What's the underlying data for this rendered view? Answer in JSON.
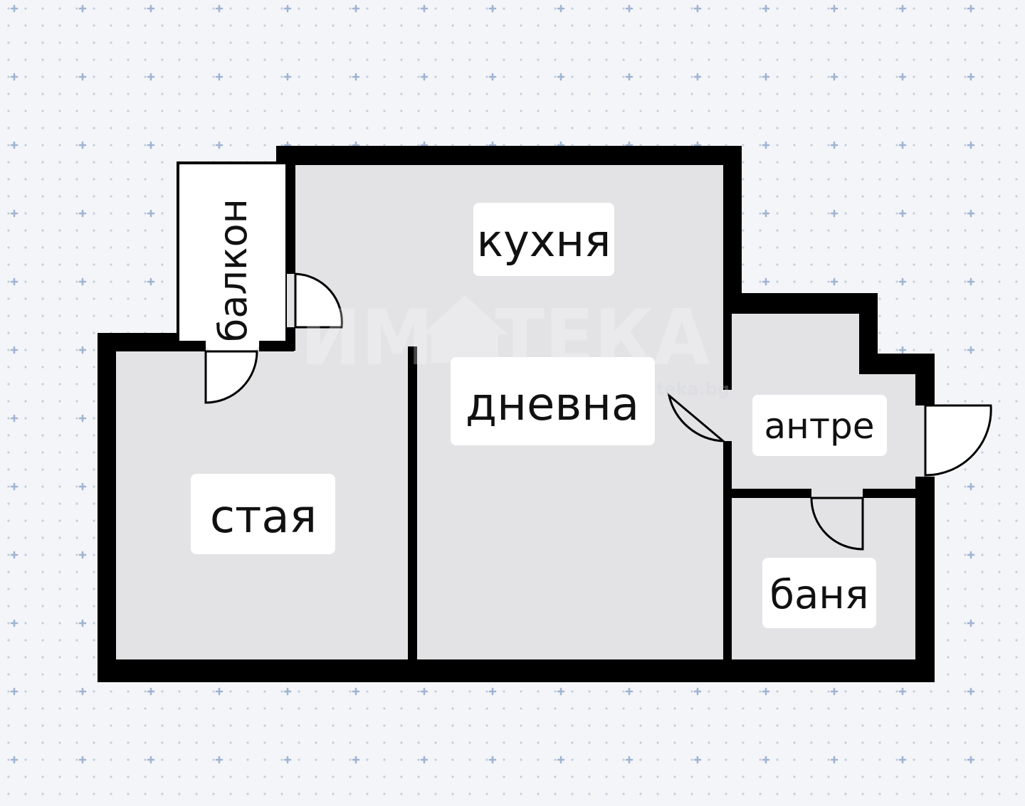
{
  "floorplan": {
    "background_color": "#f4f5f8",
    "dot_color": "#c3cfdf",
    "wall_color": "#000000",
    "room_fill": "#e3e3e5",
    "balcony_fill": "#ffffff",
    "label_bg": "#ffffff",
    "rooms": {
      "kitchen": "кухня",
      "living": "дневна",
      "bedroom": "стая",
      "balcony": "балкон",
      "hallway": "антре",
      "bathroom": "баня"
    },
    "watermark": {
      "brand": "ИМОТЕКА",
      "domain": "imoteka.bg",
      "icon": "house-icon"
    }
  }
}
